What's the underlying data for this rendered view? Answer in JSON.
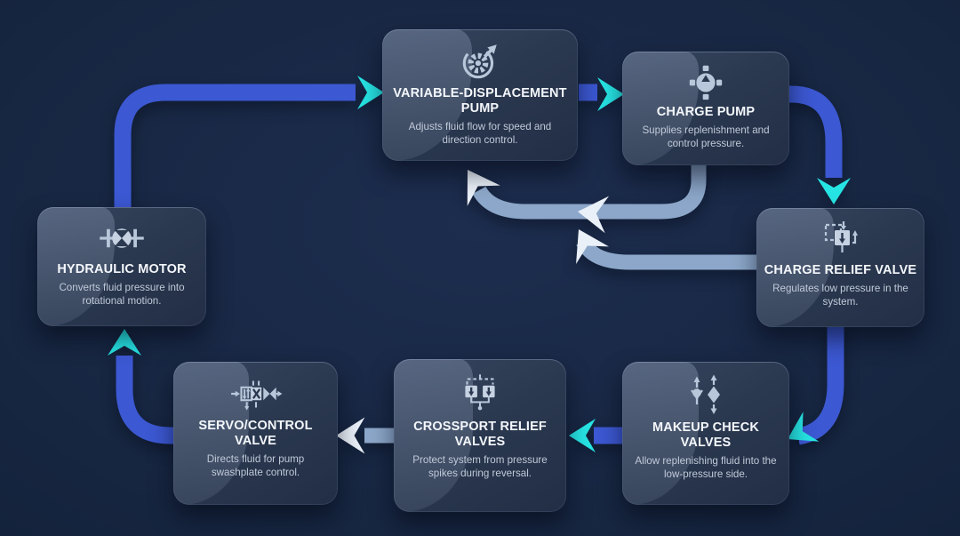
{
  "palette": {
    "background": "#16253F",
    "loop_blue": "#3C58D2",
    "charge_steel": "#8CA7C9",
    "arrowhead_cyan": "#27E4E4",
    "arrowhead_white": "#EAF0F8",
    "box_dark": "#2B3950",
    "box_light_panel": "#4A5770",
    "title_text": "#F4F7FB",
    "description_text": "#C0CAD9",
    "icon_color": "#B9C7DA"
  },
  "nodes": [
    {
      "id": "variable-displacement-pump",
      "title": "VARIABLE-DISPLACEMENT PUMP",
      "description": "Adjusts fluid flow for speed and direction control.",
      "icon": "gear-arrow-icon"
    },
    {
      "id": "charge-pump",
      "title": "CHARGE PUMP",
      "description": "Supplies replenishment and control pressure.",
      "icon": "pump-ports-icon"
    },
    {
      "id": "charge-relief-valve",
      "title": "CHARGE RELIEF VALVE",
      "description": "Regulates low pressure in the system.",
      "icon": "relief-valve-icon"
    },
    {
      "id": "makeup-check-valves",
      "title": "MAKEUP CHECK VALVES",
      "description": "Allow replenishing fluid into the low-pressure side.",
      "icon": "check-valves-icon"
    },
    {
      "id": "crossport-relief-valves",
      "title": "CROSSPORT RELIEF VALVES",
      "description": "Protect system from pressure spikes during reversal.",
      "icon": "crossport-relief-icon"
    },
    {
      "id": "servo-control-valve",
      "title": "SERVO/CONTROL VALVE",
      "description": "Directs fluid for pump swashplate control.",
      "icon": "servo-valve-icon"
    },
    {
      "id": "hydraulic-motor",
      "title": "HYDRAULIC MOTOR",
      "description": "Converts fluid pressure into rotational motion.",
      "icon": "motor-icon"
    }
  ],
  "flows": [
    {
      "from": "hydraulic-motor",
      "to": "variable-displacement-pump",
      "style": "main-loop-blue-cyan"
    },
    {
      "from": "variable-displacement-pump",
      "to": "charge-pump",
      "style": "main-loop-blue-cyan"
    },
    {
      "from": "charge-pump",
      "to": "charge-relief-valve",
      "style": "main-loop-blue-cyan"
    },
    {
      "from": "charge-relief-valve",
      "to": "makeup-check-valves",
      "style": "main-loop-blue-cyan"
    },
    {
      "from": "makeup-check-valves",
      "to": "crossport-relief-valves",
      "style": "main-loop-blue-cyan"
    },
    {
      "from": "crossport-relief-valves",
      "to": "servo-control-valve",
      "style": "charge-steel-white"
    },
    {
      "from": "servo-control-valve",
      "to": "hydraulic-motor",
      "style": "main-loop-blue-cyan"
    },
    {
      "from": "charge-pump",
      "to": "variable-displacement-pump",
      "style": "charge-steel-white"
    },
    {
      "from": "charge-relief-valve",
      "to": "variable-displacement-pump",
      "style": "charge-steel-white"
    }
  ]
}
